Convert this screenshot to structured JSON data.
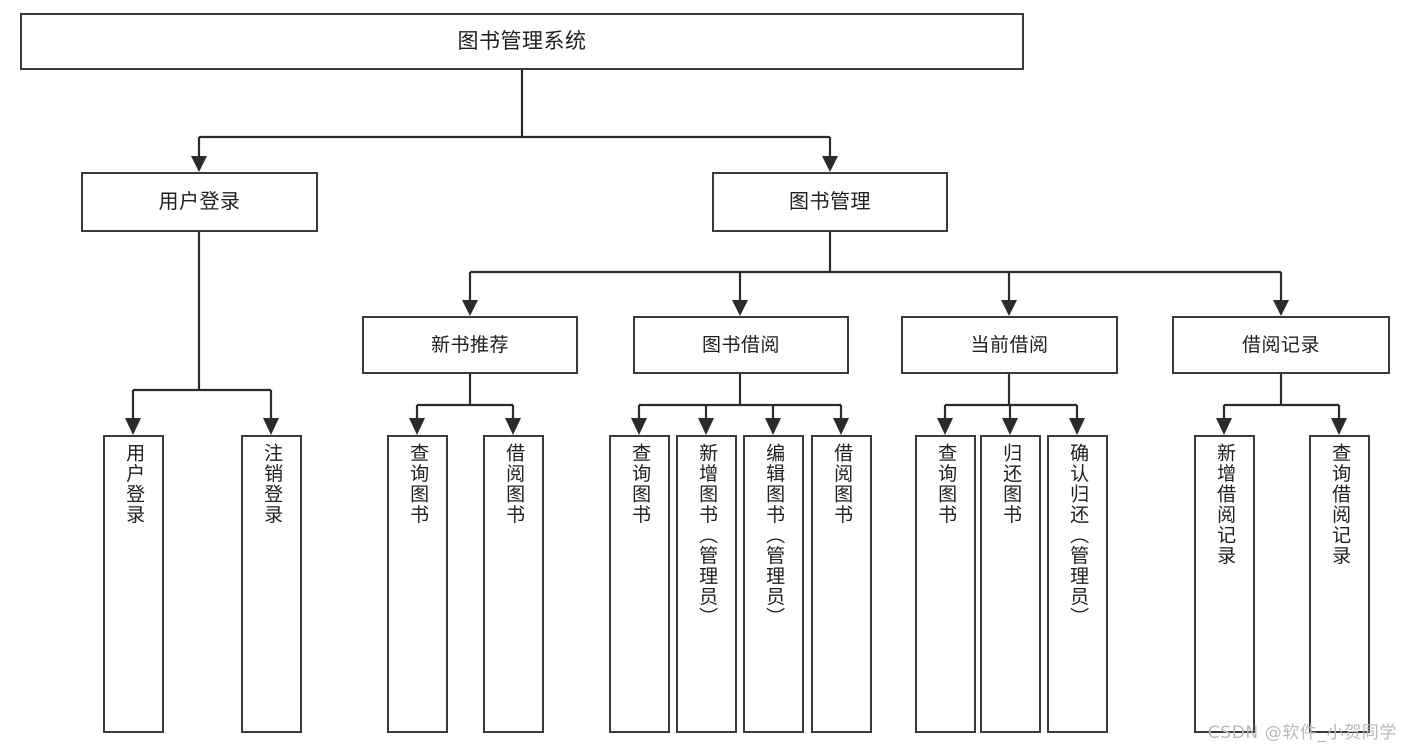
{
  "diagram": {
    "type": "hierarchy-tree",
    "title": "图书管理系统",
    "watermark": "CSDN @软件_小贺同学",
    "nodes": {
      "root": {
        "label": "图书管理系统"
      },
      "level2": [
        {
          "label": "用户登录"
        },
        {
          "label": "图书管理"
        }
      ],
      "level3": [
        {
          "label": "新书推荐"
        },
        {
          "label": "图书借阅"
        },
        {
          "label": "当前借阅"
        },
        {
          "label": "借阅记录"
        }
      ],
      "leaves": {
        "user_login": [
          {
            "label": "用户登录"
          },
          {
            "label": "注销登录"
          }
        ],
        "new_book_recommend": [
          {
            "label": "查询图书"
          },
          {
            "label": "借阅图书"
          }
        ],
        "book_borrow": [
          {
            "label": "查询图书"
          },
          {
            "label": "新增图书（管理员）"
          },
          {
            "label": "编辑图书（管理员）"
          },
          {
            "label": "借阅图书"
          }
        ],
        "current_borrow": [
          {
            "label": "查询图书"
          },
          {
            "label": "归还图书"
          },
          {
            "label": "确认归还（管理员）"
          }
        ],
        "borrow_record": [
          {
            "label": "新增借阅记录"
          },
          {
            "label": "查询借阅记录"
          }
        ]
      }
    },
    "colors": {
      "box_border": "#3a3a3a",
      "connector": "#2b2b2b",
      "text": "#20201f",
      "background": "#ffffff",
      "watermark": "#b9b9b9"
    }
  }
}
